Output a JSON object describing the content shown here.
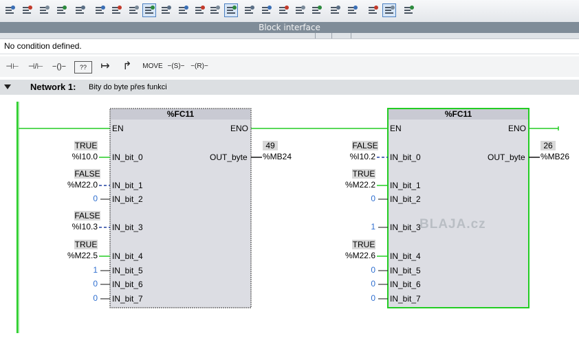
{
  "block_interface": {
    "title": "Block interface"
  },
  "condition": {
    "text": "No condition defined."
  },
  "ladder_toolbar": {
    "items": [
      {
        "name": "no-contact",
        "label": "⊣⊢"
      },
      {
        "name": "nc-contact",
        "label": "⊣/⊢"
      },
      {
        "name": "coil",
        "label": "−()−"
      },
      {
        "name": "empty-box",
        "label": "??"
      },
      {
        "name": "open-branch",
        "label": "↦"
      },
      {
        "name": "close-branch",
        "label": "↱"
      },
      {
        "name": "move",
        "label": "MOVE"
      },
      {
        "name": "set-coil",
        "label": "−(S)−"
      },
      {
        "name": "reset-coil",
        "label": "−(R)−"
      }
    ]
  },
  "network": {
    "label": "Network 1:",
    "title": "Bity do byte přes funkci"
  },
  "watermark": "BLAJA.cz",
  "blocks": [
    {
      "name": "%FC11",
      "en": "EN",
      "eno": "ENO",
      "out_pin": "OUT_byte",
      "out_value": "49",
      "out_operand": "%MB24",
      "inputs": [
        {
          "pin": "IN_bit_0",
          "value": "TRUE",
          "operand": "%I10.0",
          "constant": ""
        },
        {
          "pin": "IN_bit_1",
          "value": "FALSE",
          "operand": "%M22.0",
          "constant": ""
        },
        {
          "pin": "IN_bit_2",
          "value": "",
          "operand": "",
          "constant": "0"
        },
        {
          "pin": "IN_bit_3",
          "value": "FALSE",
          "operand": "%I10.3",
          "constant": ""
        },
        {
          "pin": "IN_bit_4",
          "value": "TRUE",
          "operand": "%M22.5",
          "constant": ""
        },
        {
          "pin": "IN_bit_5",
          "value": "",
          "operand": "",
          "constant": "1"
        },
        {
          "pin": "IN_bit_6",
          "value": "",
          "operand": "",
          "constant": "0"
        },
        {
          "pin": "IN_bit_7",
          "value": "",
          "operand": "",
          "constant": "0"
        }
      ]
    },
    {
      "name": "%FC11",
      "en": "EN",
      "eno": "ENO",
      "out_pin": "OUT_byte",
      "out_value": "26",
      "out_operand": "%MB26",
      "inputs": [
        {
          "pin": "IN_bit_0",
          "value": "FALSE",
          "operand": "%I10.2",
          "constant": ""
        },
        {
          "pin": "IN_bit_1",
          "value": "TRUE",
          "operand": "%M22.2",
          "constant": ""
        },
        {
          "pin": "IN_bit_2",
          "value": "",
          "operand": "",
          "constant": "0"
        },
        {
          "pin": "IN_bit_3",
          "value": "",
          "operand": "",
          "constant": "1"
        },
        {
          "pin": "IN_bit_4",
          "value": "TRUE",
          "operand": "%M22.6",
          "constant": ""
        },
        {
          "pin": "IN_bit_5",
          "value": "",
          "operand": "",
          "constant": "0"
        },
        {
          "pin": "IN_bit_6",
          "value": "",
          "operand": "",
          "constant": "0"
        },
        {
          "pin": "IN_bit_7",
          "value": "",
          "operand": "",
          "constant": "0"
        }
      ]
    }
  ],
  "colors": {
    "power_flow": "#22cc22",
    "not_powered": "#1f3fa0",
    "block_fill": "#dcdde3",
    "selected_block": "#22cc22"
  }
}
